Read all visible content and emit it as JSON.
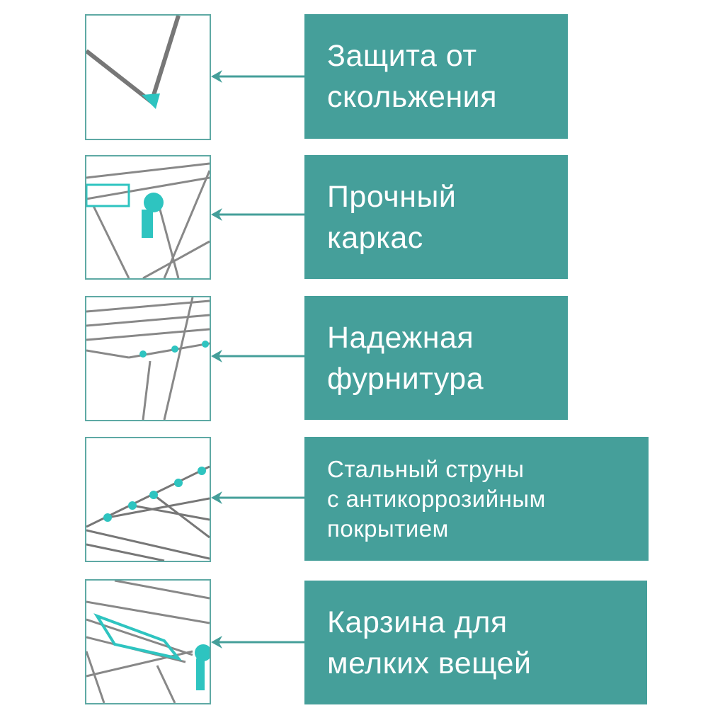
{
  "features": [
    {
      "lines": [
        "Защита от",
        "скольжения"
      ]
    },
    {
      "lines": [
        "Прочный",
        "каркас"
      ]
    },
    {
      "lines": [
        "Надежная",
        "фурнитура"
      ]
    },
    {
      "lines": [
        "Стальный струны",
        "с антикоррозийным",
        "покрытием"
      ]
    },
    {
      "lines": [
        "Карзина для",
        "мелких вещей"
      ]
    }
  ],
  "colors": {
    "teal": "#459f9a",
    "accent": "#2ec4c0",
    "steel": "#777777"
  }
}
